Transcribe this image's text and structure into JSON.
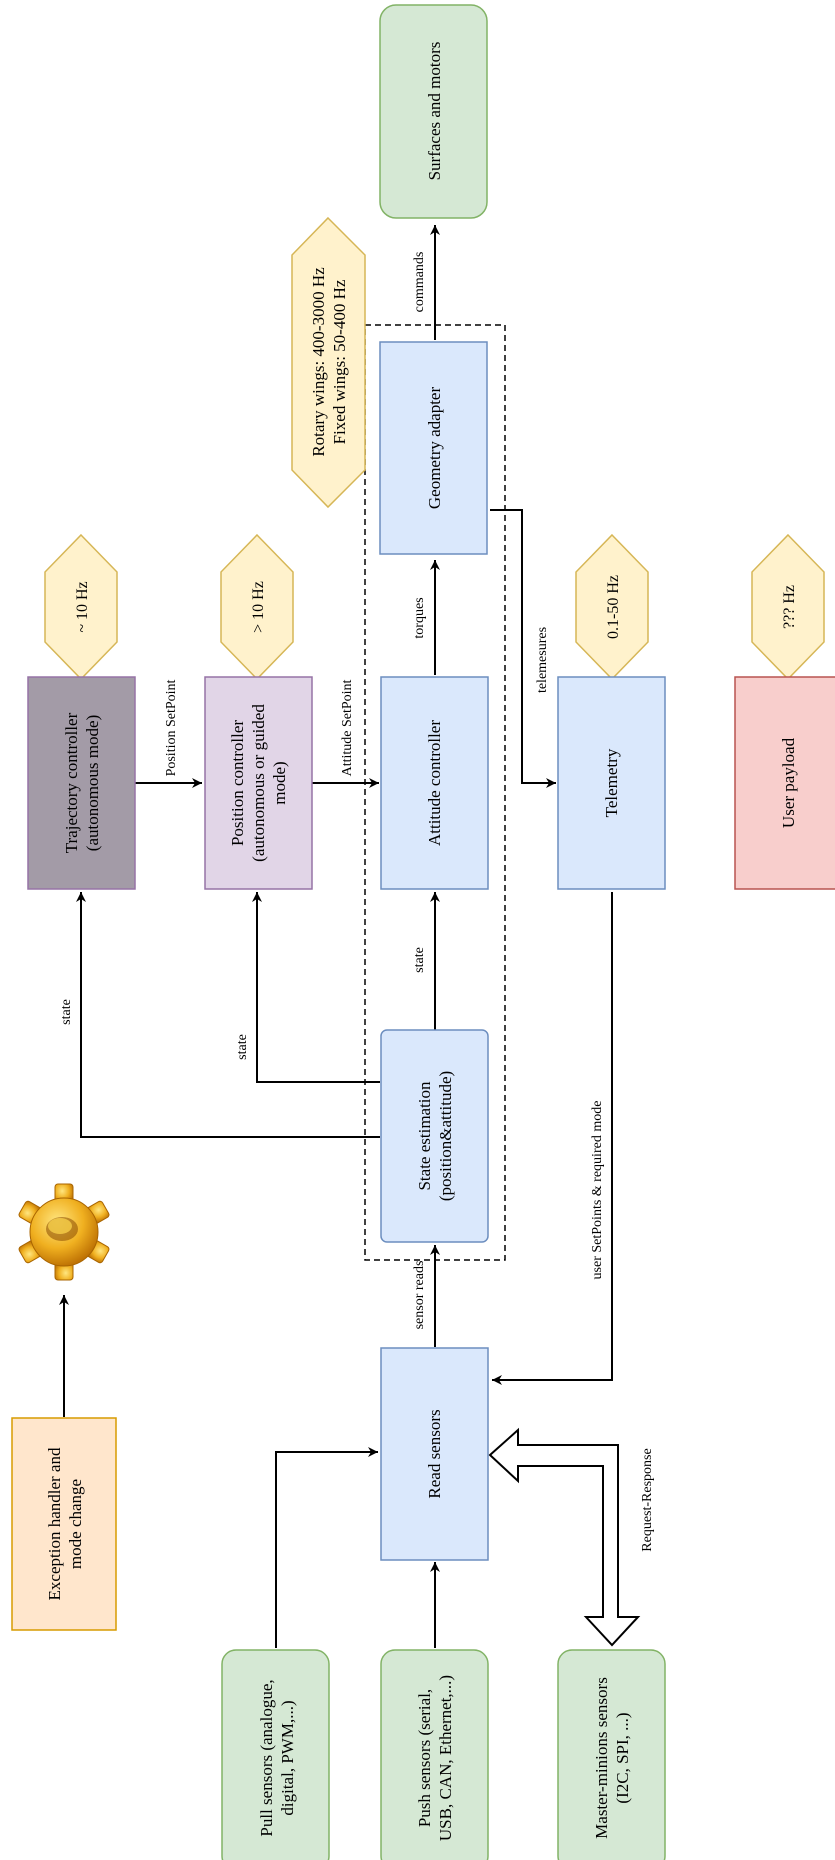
{
  "colors": {
    "blue_fill": "#dae8fc",
    "blue_stroke": "#6c8ebf",
    "green_fill": "#d5e8d4",
    "green_stroke": "#82b366",
    "yellow_fill": "#fff2cc",
    "yellow_stroke": "#d6b656",
    "purple_fill": "#e1d5e7",
    "purple_stroke": "#9673a6",
    "grey_fill": "#a39ba7",
    "red_fill": "#f8cecc",
    "red_stroke": "#b85450",
    "orange_fill": "#ffe6cc",
    "orange_stroke": "#d79b00"
  },
  "nodes": {
    "surfaces_motors": "Surfaces and motors",
    "geometry_adapter": "Geometry adapter",
    "wings_rate": [
      "Rotary wings: 400-3000 Hz",
      "Fixed wings: 50-400 Hz"
    ],
    "trajectory_rate": "~ 10 Hz",
    "position_rate": "> 10 Hz",
    "telemetry_rate": "0.1-50 Hz",
    "payload_rate": "??? Hz",
    "trajectory_controller": [
      "Trajectory controller",
      "(autonomous mode)"
    ],
    "position_controller": [
      "Position controller",
      "(autonomous or guided",
      "mode)"
    ],
    "attitude_controller": "Attitude controller",
    "telemetry": "Telemetry",
    "user_payload": "User payload",
    "state_estimation": [
      "State estimation",
      "(position&attitude)"
    ],
    "read_sensors": "Read sensors",
    "exception_handler": [
      "Exception handler and",
      "mode change"
    ],
    "pull_sensors": [
      "Pull sensors (analogue,",
      "digital, PWM,...)"
    ],
    "push_sensors": [
      "Push sensors (serial,",
      "USB, CAN, Ethernet,...)"
    ],
    "master_sensors": [
      "Master-minions sensors",
      "(I2C, SPI, ...)"
    ]
  },
  "edges": {
    "commands": "commands",
    "torques": "torques",
    "telemesures": "telemesures",
    "position_setpoint": "Position SetPoint",
    "attitude_setpoint": "Attitude SetPoint",
    "state_left": "state",
    "state_mid": "state",
    "state_right": "state",
    "sensor_reads": "sensor reads",
    "user_setpoints": "user SetPoints & required mode",
    "request_response": "Request-Response"
  }
}
